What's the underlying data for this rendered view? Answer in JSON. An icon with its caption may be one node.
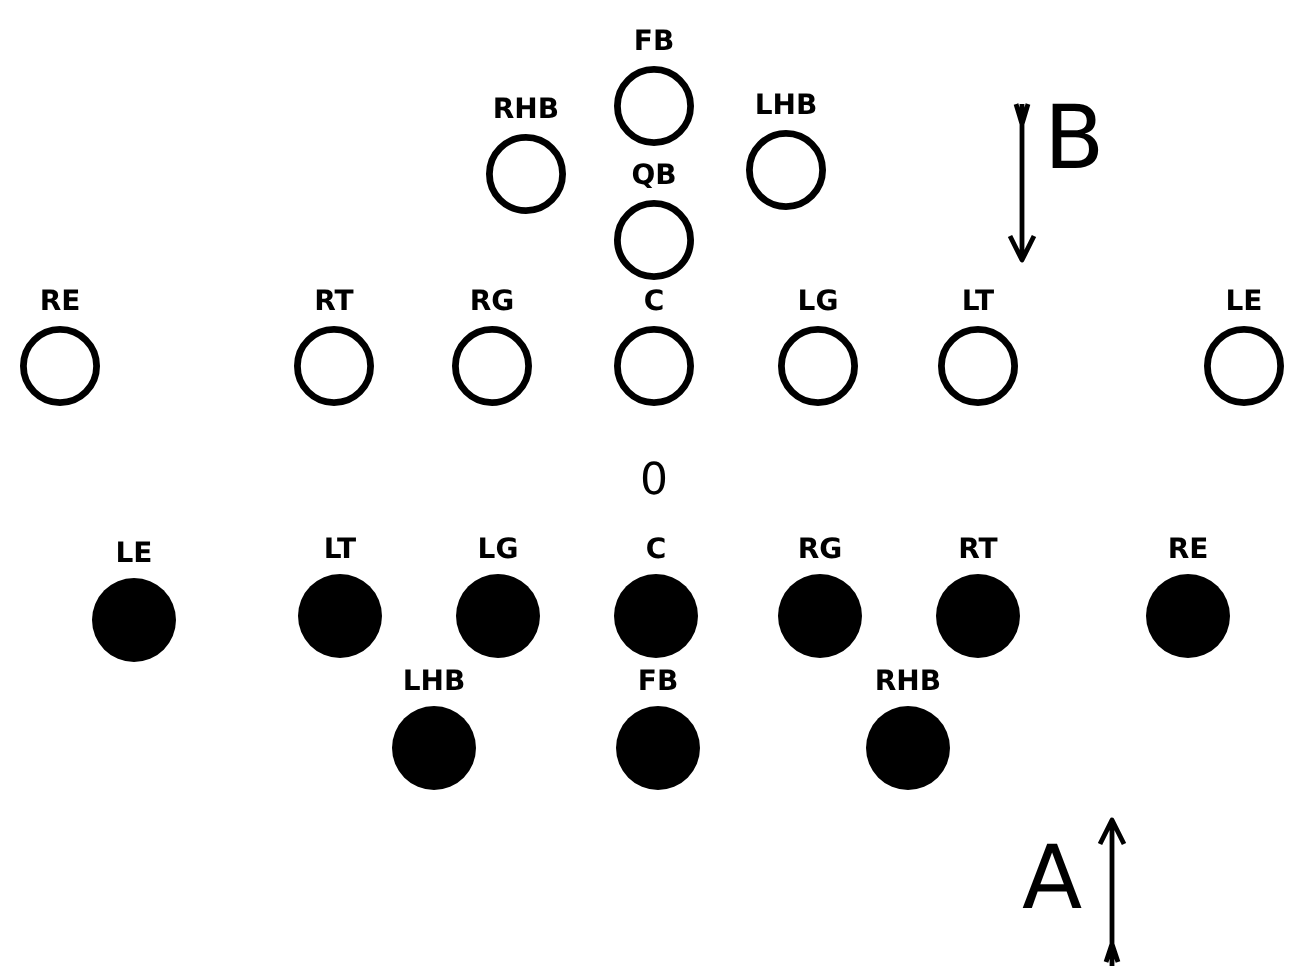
{
  "diagram": {
    "nodes": [
      {
        "text": [
          "FB"
        ]
      },
      {
        "text": [
          "RHB"
        ]
      },
      {
        "text": [
          "LHB"
        ]
      },
      {
        "text": [
          "QB"
        ]
      },
      {
        "text": [
          "RE"
        ]
      },
      {
        "text": [
          "RT"
        ]
      },
      {
        "text": [
          "RG"
        ]
      },
      {
        "text": [
          "C"
        ]
      },
      {
        "text": [
          "LG"
        ]
      },
      {
        "text": [
          "LT"
        ]
      },
      {
        "text": [
          "LE"
        ]
      },
      {
        "text": [
          "LE"
        ]
      },
      {
        "text": [
          "LT"
        ]
      },
      {
        "text": [
          "LG"
        ]
      },
      {
        "text": [
          "C"
        ]
      },
      {
        "text": [
          "RG"
        ]
      },
      {
        "text": [
          "RT"
        ]
      },
      {
        "text": [
          "RE"
        ]
      },
      {
        "text": [
          "LHB"
        ]
      },
      {
        "text": [
          "FB"
        ]
      },
      {
        "text": [
          "RHB"
        ]
      }
    ],
    "labels": [
      "B",
      "0",
      "A"
    ]
  }
}
